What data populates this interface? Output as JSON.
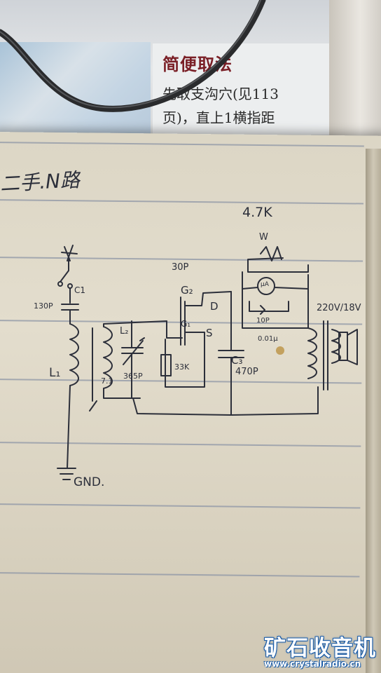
{
  "book": {
    "heading": "简便取法",
    "line1": "先取支沟穴(见113",
    "line2": "页)，直上1横指距"
  },
  "notes": {
    "title": "二手.N路",
    "r_47k": "4.7K",
    "w": "W",
    "c_30p": "30P",
    "g2": "G₂",
    "d": "D",
    "cap_130p": "130P",
    "c1": "C1",
    "v220": "220V/18V",
    "g1": "G₁",
    "c10": "10P",
    "s": "S",
    "c001": "0.01μ",
    "l2": "L₂",
    "r33k": "33K",
    "c3": "C₃",
    "c470p": "470P",
    "l1": "L₁",
    "c71": "7.1",
    "c365": "365P",
    "ua": "μA",
    "gnd": "GND."
  },
  "watermark": {
    "title": "矿石收音机",
    "url": "www.crystalradio.cn"
  },
  "colors": {
    "ink": "#2c2f3a",
    "paper": "#e3ddcd",
    "rule": "#8e95a6",
    "heading_red": "#7a1f26",
    "watermark_blue": "#1c5da8"
  }
}
